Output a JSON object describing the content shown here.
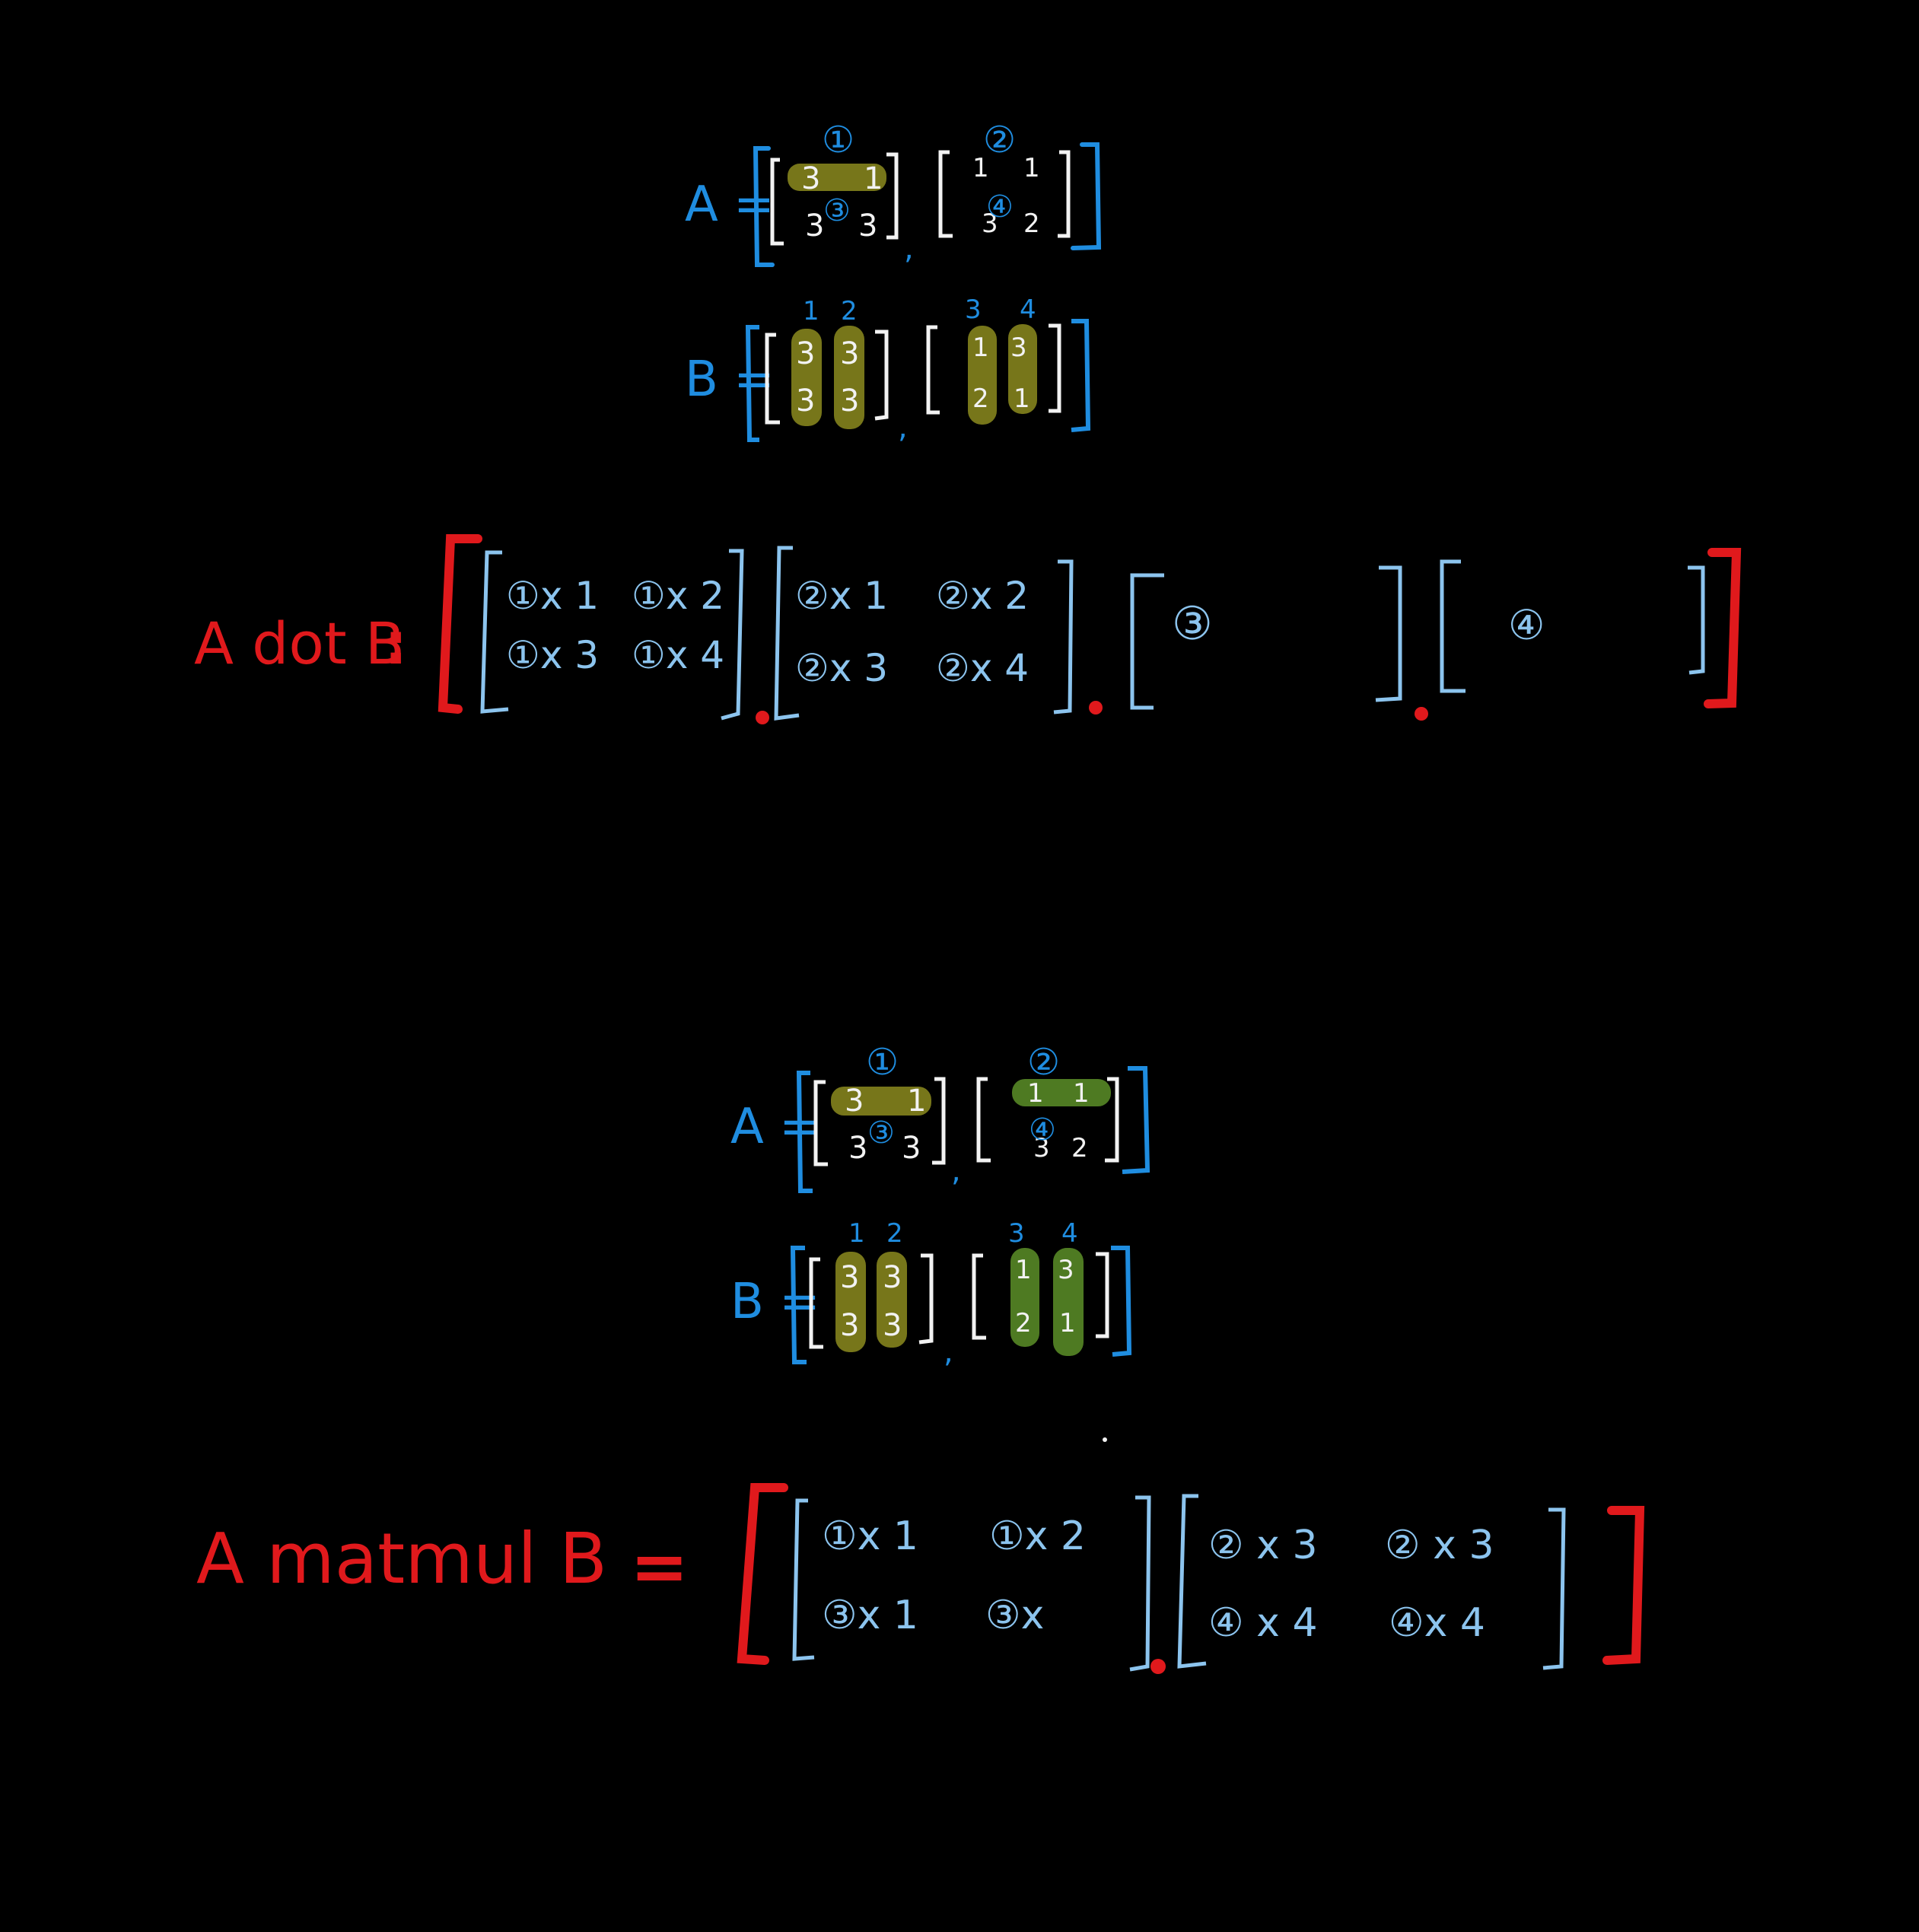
{
  "colors": {
    "background": "#000000",
    "blue": "#1f8de0",
    "white": "#f2f2f2",
    "red": "#e0191c",
    "light_blue": "#8cc4ee",
    "olive_highlight": "#77761a",
    "green_highlight": "#4e7a22"
  },
  "section1": {
    "A": {
      "label": "A =",
      "mat1": {
        "rows": [
          [
            "3",
            "1"
          ],
          [
            "3",
            "3"
          ]
        ],
        "tag": "①",
        "row_marker": "③"
      },
      "mat2": {
        "rows": [
          [
            "1",
            "1"
          ],
          [
            "3",
            "2"
          ]
        ],
        "tag": "②",
        "row_marker": "④"
      }
    },
    "B": {
      "label": "B =",
      "mat1": {
        "rows": [
          [
            "3",
            "3"
          ],
          [
            "3",
            "3"
          ]
        ],
        "col_tags": [
          "1",
          "2"
        ]
      },
      "mat2": {
        "rows": [
          [
            "1",
            "3"
          ],
          [
            "2",
            "1"
          ]
        ],
        "col_tags": [
          "3",
          "4"
        ]
      }
    },
    "result": {
      "label": "A dot B",
      "eq": ":",
      "b1": [
        "①x 1",
        "①x 2",
        "①x 3",
        "①x 4"
      ],
      "b2": [
        "②x 1",
        "②x 2",
        "②x 3",
        "②x 4"
      ],
      "b3_circ": "③",
      "b4_circ": "④"
    }
  },
  "section2": {
    "A": {
      "label": "A =",
      "mat1": {
        "rows": [
          [
            "3",
            "1"
          ],
          [
            "3",
            "3"
          ]
        ],
        "tag": "①",
        "row_marker": "③"
      },
      "mat2": {
        "rows": [
          [
            "1",
            "1"
          ],
          [
            "3",
            "2"
          ]
        ],
        "tag": "②",
        "row_marker": "④"
      }
    },
    "B": {
      "label": "B =",
      "mat1": {
        "rows": [
          [
            "3",
            "3"
          ],
          [
            "3",
            "3"
          ]
        ],
        "col_tags": [
          "1",
          "2"
        ]
      },
      "mat2": {
        "rows": [
          [
            "1",
            "3"
          ],
          [
            "2",
            "1"
          ]
        ],
        "col_tags": [
          "3",
          "4"
        ]
      }
    },
    "result": {
      "label": "A matmul B",
      "eq": "=",
      "b1": [
        "①x 1",
        "①x 2",
        "③x 1",
        "③x"
      ],
      "b2": [
        "② x 3",
        "② x 3",
        "④ x 4",
        "④x 4"
      ]
    }
  }
}
